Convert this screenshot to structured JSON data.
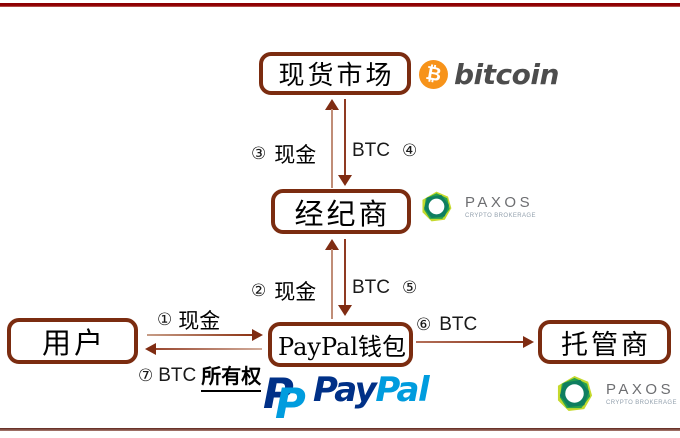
{
  "diagram": {
    "nodes": {
      "spot_market": "现货市场",
      "broker": "经纪商",
      "paypal_wallet": "PayPal钱包",
      "user": "用户",
      "custodian": "托管商"
    },
    "flows": {
      "step1": {
        "num": "①",
        "label": "现金"
      },
      "step2": {
        "num": "②",
        "label": "现金"
      },
      "step3": {
        "num": "③",
        "label": "现金"
      },
      "step4": {
        "num": "④",
        "label": "BTC"
      },
      "step5": {
        "num": "⑤",
        "label": "BTC"
      },
      "step6": {
        "num": "⑥",
        "label": "BTC"
      },
      "step7": {
        "num": "⑦",
        "label": "BTC",
        "emphasis": "所有权"
      }
    },
    "colors": {
      "box_border": "#7b2c10",
      "arrow_dark": "#7f2c12",
      "arrow_light": "#c08d77",
      "top_rule": "#8e0003",
      "bottom_rule": "#9a6d64"
    }
  },
  "logos": {
    "bitcoin": {
      "symbol": "₿",
      "wordmark": "bitcoin",
      "circle_color": "#f7931a",
      "text_color": "#4d4d4d"
    },
    "paxos": {
      "wordmark": "PAXOS",
      "tagline": "CRYPTO BROKERAGE",
      "text_color": "#6d6e71"
    },
    "paypal": {
      "icon_letter": "P",
      "wordmark_left": "Pay",
      "wordmark_right": "Pal",
      "dark_blue": "#003087",
      "light_blue": "#009cde"
    }
  }
}
